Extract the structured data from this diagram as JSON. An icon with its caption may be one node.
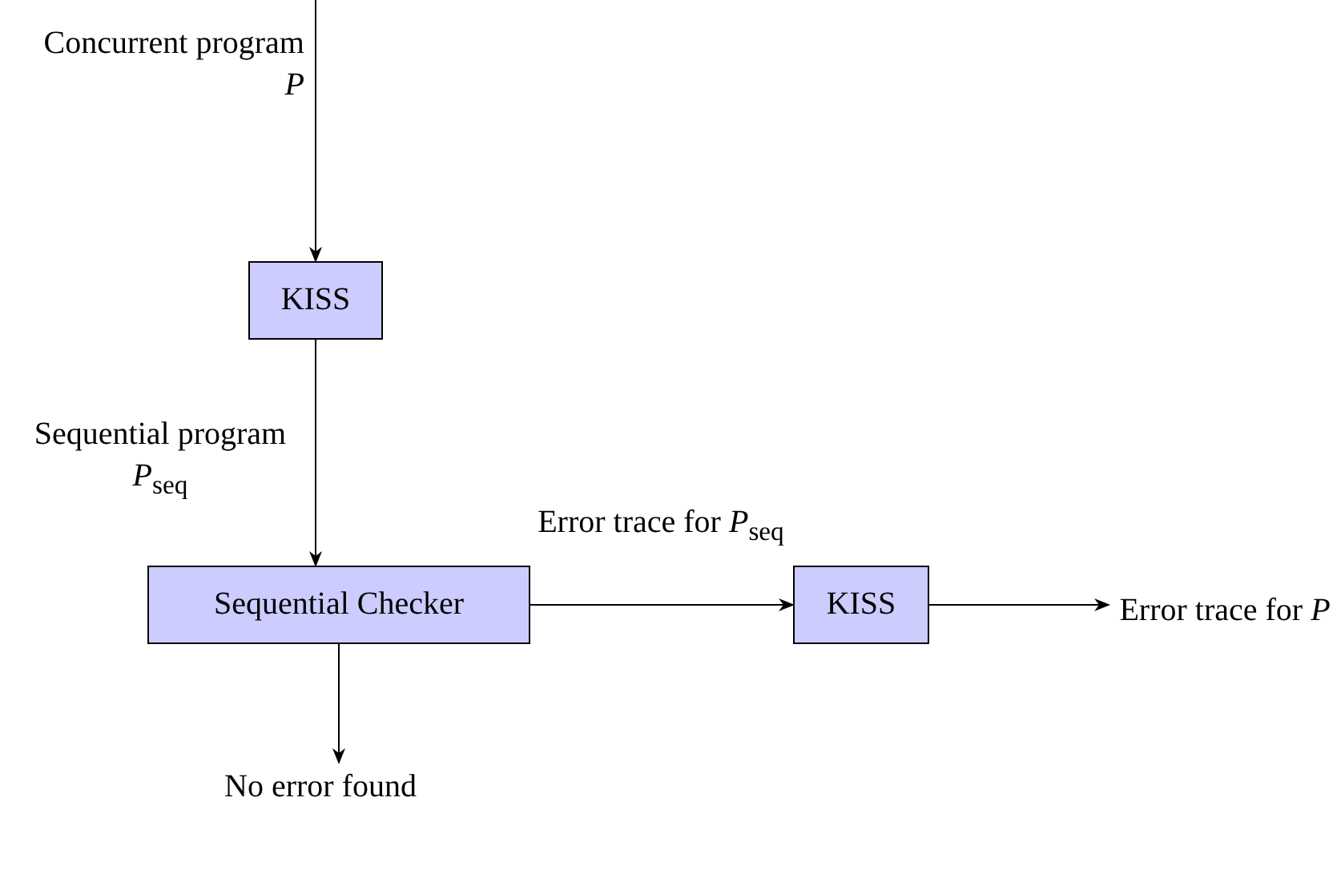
{
  "diagram": {
    "nodes": [
      {
        "text": [
          "KISS"
        ]
      },
      {
        "text": [
          "Sequential Checker"
        ]
      },
      {
        "text": [
          "KISS"
        ]
      },
      {
        "text": [
          "Error trace for *P*"
        ]
      },
      {
        "text": [
          "No error found"
        ]
      }
    ],
    "edges": [
      {
        "from": null,
        "to": 0,
        "arrow": "to",
        "label": "Concurrent program *P*"
      },
      {
        "from": 0,
        "to": 1,
        "arrow": "to",
        "label": "Sequential program *P*$_{seq}$"
      },
      {
        "from": 1,
        "to": 2,
        "arrow": "to",
        "label": "Error trace for *P*$_{seq}$"
      },
      {
        "from": 2,
        "to": 3,
        "arrow": "to"
      },
      {
        "from": 1,
        "to": 4,
        "arrow": "to"
      }
    ]
  }
}
